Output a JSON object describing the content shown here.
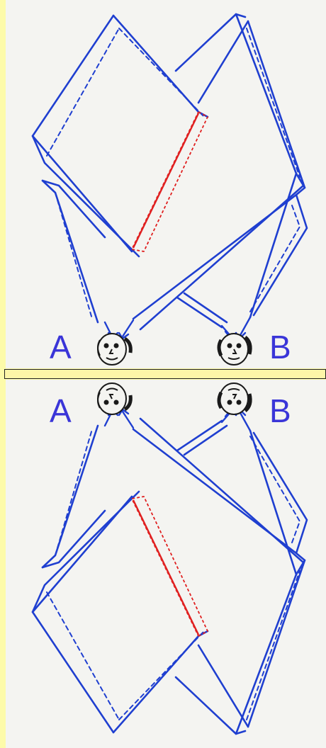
{
  "observers": {
    "top": {
      "left": "A",
      "right": "B"
    },
    "bottom": {
      "left": "A",
      "right": "B"
    }
  },
  "colors": {
    "background_margin": "#fdfbaa",
    "panel": "#f4f4f1",
    "mirror_strip": "#fdf6a8",
    "panel_lines": "#1f3fd0",
    "highlight_edge": "#e02020",
    "label_text": "#3a35d8",
    "face_ink": "#1a1a1a"
  }
}
